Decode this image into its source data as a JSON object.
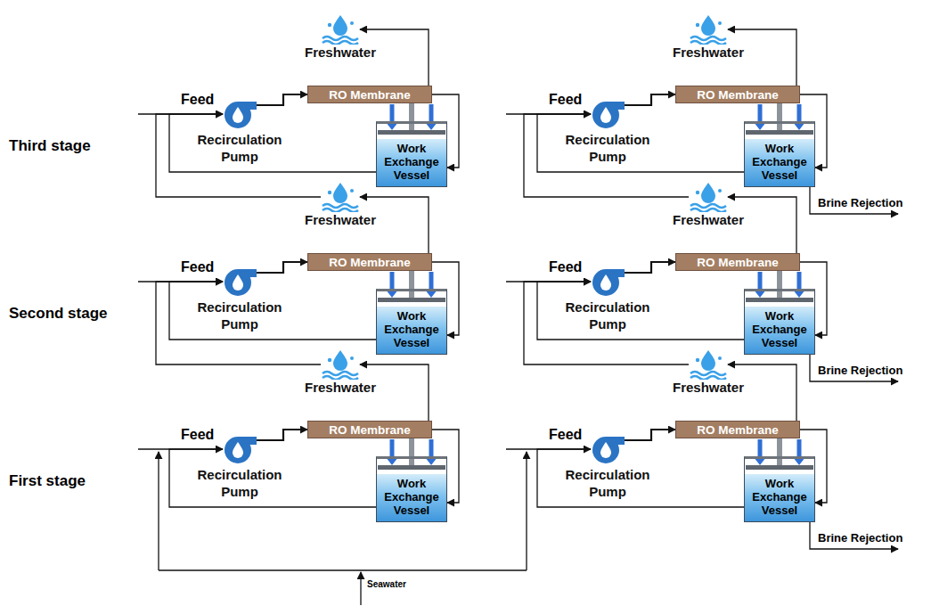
{
  "diagram": {
    "nodes": [
      {
        "text": [
          "Freshwater"
        ]
      },
      {
        "text": [
          "RO Membrane"
        ]
      },
      {
        "text": [
          "Recirculation Pump"
        ]
      },
      {
        "text": [
          "Work Exchange Vessel"
        ]
      },
      {
        "text": [
          "Freshwater"
        ]
      },
      {
        "text": [
          "RO Membrane"
        ]
      },
      {
        "text": [
          "Recirculation Pump"
        ]
      },
      {
        "text": [
          "Work Exchange Vessel"
        ]
      },
      {
        "text": [
          "Freshwater"
        ]
      },
      {
        "text": [
          "RO Membrane"
        ]
      },
      {
        "text": [
          "Recirculation Pump"
        ]
      },
      {
        "text": [
          "Work Exchange Vessel"
        ]
      },
      {
        "text": [
          "Freshwater"
        ]
      },
      {
        "text": [
          "RO Membrane"
        ]
      },
      {
        "text": [
          "Recirculation Pump"
        ]
      },
      {
        "text": [
          "Work Exchange Vessel"
        ]
      },
      {
        "text": [
          "Freshwater"
        ]
      },
      {
        "text": [
          "RO Membrane"
        ]
      },
      {
        "text": [
          "Recirculation Pump"
        ]
      },
      {
        "text": [
          "Work Exchange Vessel"
        ]
      },
      {
        "text": [
          "Freshwater"
        ]
      },
      {
        "text": [
          "RO Membrane"
        ]
      },
      {
        "text": [
          "Recirculation Pump"
        ]
      },
      {
        "text": [
          "Work Exchange Vessel"
        ]
      }
    ],
    "edges": [
      {
        "from": 2,
        "to": 1,
        "arrow": "to"
      },
      {
        "from": 1,
        "to": 0,
        "arrow": "to"
      },
      {
        "from": 1,
        "to": 3,
        "arrow": "to"
      },
      {
        "from": 3,
        "to": 2,
        "arrow": "to"
      },
      {
        "from": 6,
        "to": 5,
        "arrow": "to"
      },
      {
        "from": 5,
        "to": 4,
        "arrow": "to"
      },
      {
        "from": 5,
        "to": 7,
        "arrow": "to"
      },
      {
        "from": 7,
        "to": 6,
        "arrow": "to"
      },
      {
        "from": 10,
        "to": 9,
        "arrow": "to"
      },
      {
        "from": 9,
        "to": 8,
        "arrow": "to"
      },
      {
        "from": 9,
        "to": 11,
        "arrow": "to"
      },
      {
        "from": 11,
        "to": 10,
        "arrow": "to"
      },
      {
        "from": 14,
        "to": 13,
        "arrow": "to"
      },
      {
        "from": 13,
        "to": 12,
        "arrow": "to"
      },
      {
        "from": 13,
        "to": 15,
        "arrow": "to"
      },
      {
        "from": 15,
        "to": 14,
        "arrow": "to"
      },
      {
        "from": 18,
        "to": 17,
        "arrow": "to"
      },
      {
        "from": 17,
        "to": 16,
        "arrow": "to"
      },
      {
        "from": 17,
        "to": 19,
        "arrow": "to"
      },
      {
        "from": 19,
        "to": 18,
        "arrow": "to"
      },
      {
        "from": 22,
        "to": 21,
        "arrow": "to"
      },
      {
        "from": 21,
        "to": 20,
        "arrow": "to"
      },
      {
        "from": 21,
        "to": 23,
        "arrow": "to"
      },
      {
        "from": 23,
        "to": 22,
        "arrow": "to"
      },
      {
        "from": 16,
        "to": 10,
        "arrow": "to"
      },
      {
        "from": 20,
        "to": 14,
        "arrow": "to"
      },
      {
        "from": 8,
        "to": 2,
        "arrow": "to"
      },
      {
        "from": 12,
        "to": 6,
        "arrow": "to"
      }
    ],
    "labels": [
      "Third stage",
      "Feed",
      "Feed",
      "Brine Rejection",
      "Second stage",
      "Feed",
      "Feed",
      "Brine Rejection",
      "First stage",
      "Feed",
      "Feed",
      "Brine Rejection",
      "Seawater"
    ]
  }
}
